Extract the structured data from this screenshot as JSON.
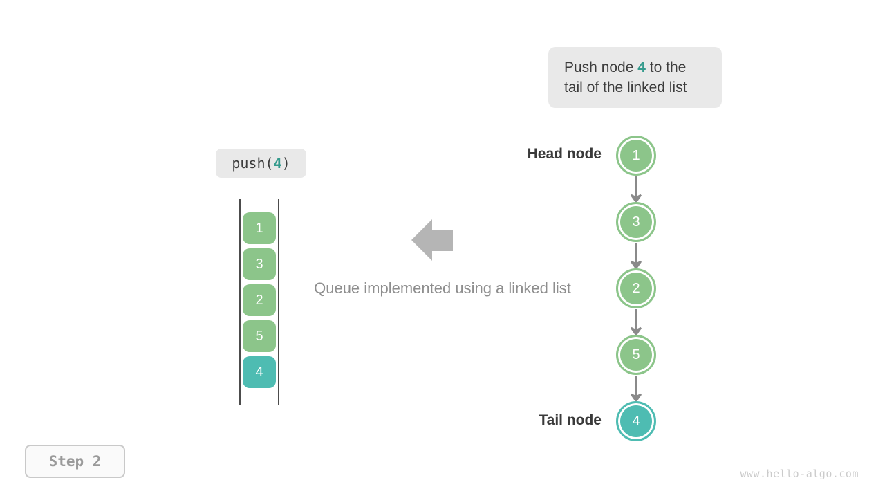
{
  "callout": {
    "line1_before": "Push node ",
    "highlight": "4",
    "line1_after": " to the",
    "line2": "tail of the linked list"
  },
  "operation": {
    "before": "push(",
    "value": "4",
    "after": ")"
  },
  "queue": {
    "items": [
      "1",
      "3",
      "2",
      "5",
      "4"
    ]
  },
  "caption": "Queue implemented using a linked list",
  "linked_list": {
    "head_label": "Head node",
    "tail_label": "Tail node",
    "nodes": [
      "1",
      "3",
      "2",
      "5",
      "4"
    ]
  },
  "step": {
    "label": "Step 2"
  },
  "watermark": "www.hello-algo.com",
  "colors": {
    "node_green": "#8cc58a",
    "node_teal": "#4ebcb2",
    "accent_text_teal": "#359b8d",
    "box_background": "#e9e9e9",
    "dark_text": "#3c3c3c",
    "muted_text": "#8e8e8e",
    "connector_gray": "#8a8a8a",
    "block_arrow_gray": "#b5b5b5"
  }
}
